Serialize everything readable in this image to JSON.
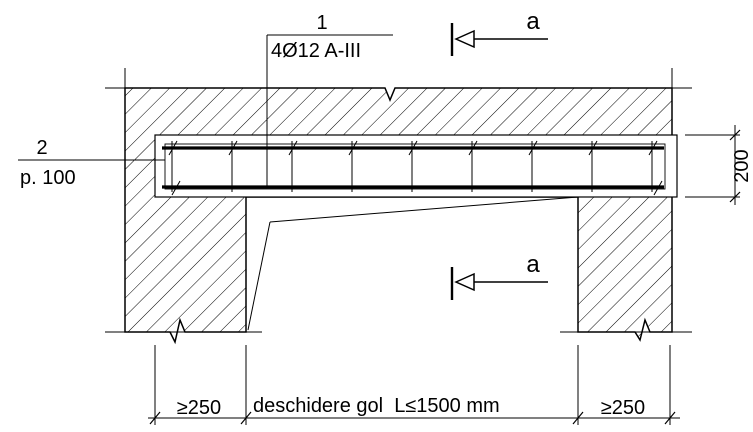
{
  "labels": {
    "mark1_number": "1",
    "mark1_spec": "4Ø12 A-III",
    "mark2_number": "2",
    "mark2_spec": "p. 100",
    "section_top": "a",
    "section_bottom": "a",
    "height_dim": "200",
    "left_support_dim": "≥250",
    "opening_dim": "deschidere gol  L≤1500 mm",
    "right_support_dim": "≥250"
  }
}
